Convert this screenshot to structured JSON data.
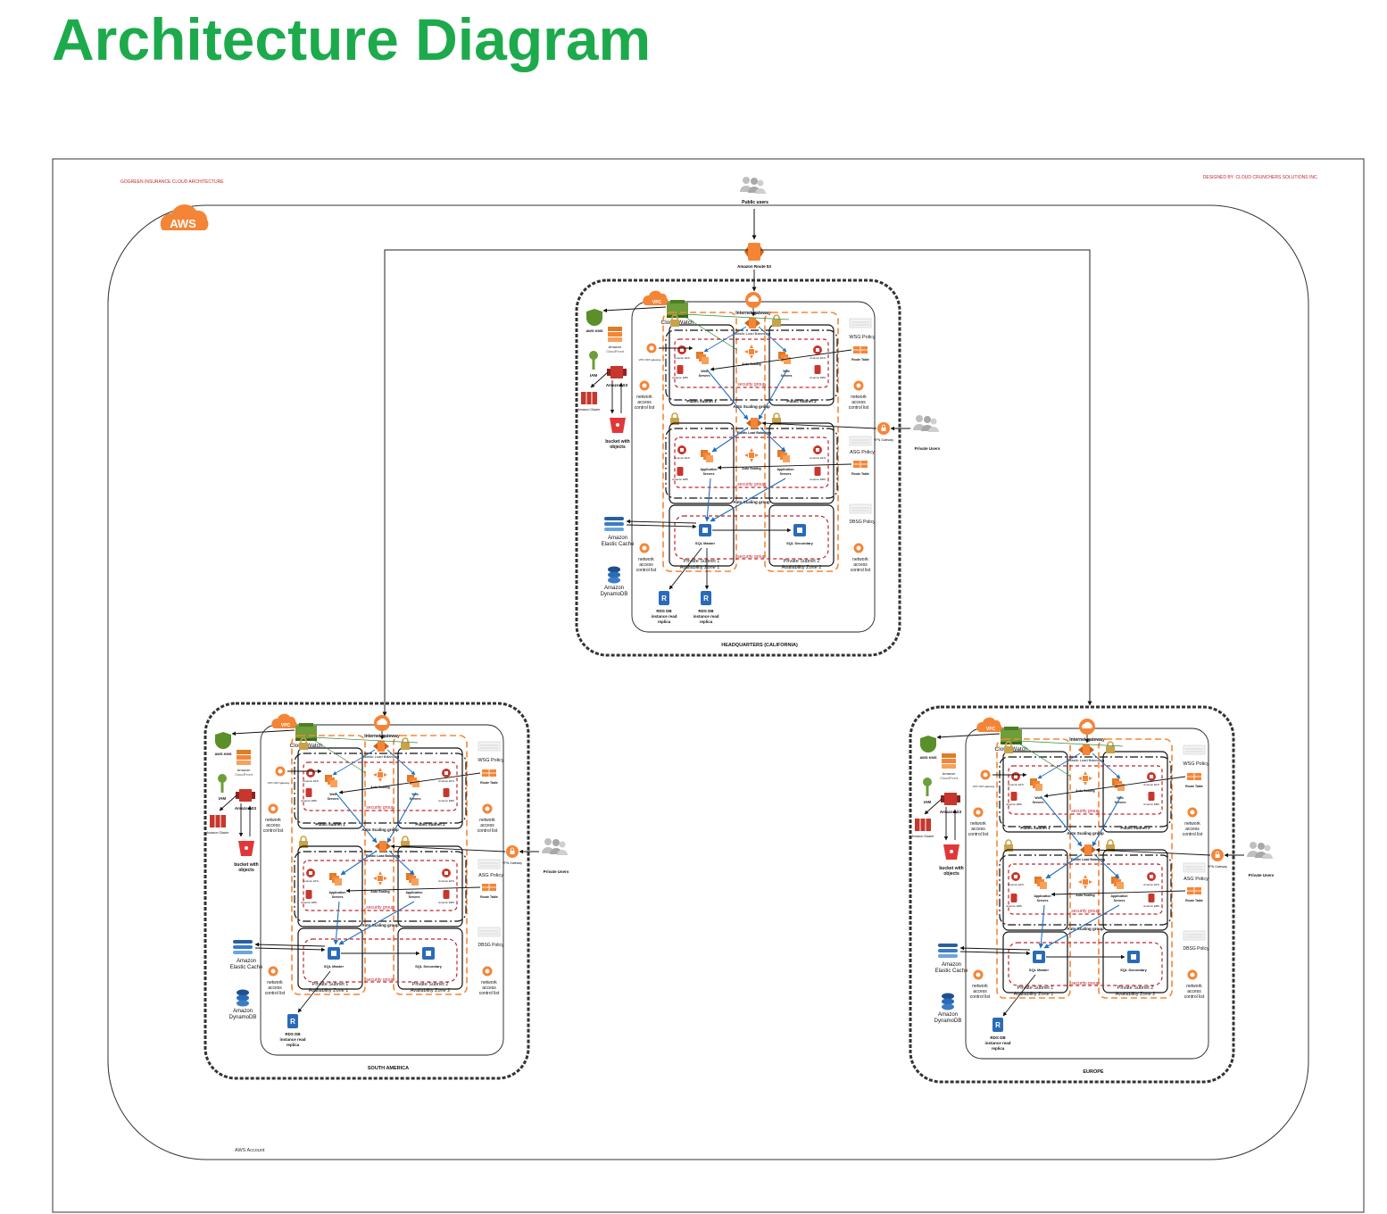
{
  "page": {
    "title": "Architecture Diagram",
    "title_color": "#1daa4c"
  },
  "header": {
    "left": "GOGREEN INSURANCE CLOUD ARCHITECTURE",
    "right": "DESIGNED BY: CLOUD CRUNCHERS SOLUTIONS INC.",
    "color": "#c0262d"
  },
  "aws": {
    "badge": "AWS",
    "account_label": "AWS Account",
    "badge_color": "#f58536"
  },
  "global": {
    "public_users": "Public users",
    "route53": "Amazon Route 53"
  },
  "colors": {
    "aws_orange": "#f58536",
    "aws_red": "#c7372d",
    "lock_gold": "#c9a24a",
    "security_group": "#c0262d",
    "blue_arrow": "#1f6fbf",
    "green": "#2e8b3a",
    "db_blue": "#2a6bb8"
  },
  "regions": {
    "hq": {
      "name": "HEADQUARTERS (CALIFORNIA)",
      "cloudwatch": "Cloud Watch",
      "internet_gateway": "Internet gateway",
      "elb": "Elastic Load Balancing",
      "kms": "AWS KMS",
      "cloudfront_1": "Amazon",
      "cloudfront_2": "CloudFront",
      "iam": "IAM",
      "s3": "Amazon S3",
      "glacier": "Amazon Glacier",
      "bucket_1": "bucket with",
      "bucket_2": "objects",
      "nat": "VPC NAT gateway",
      "efs": "Amazon EFS",
      "ebs": "Amazon EBS",
      "web_1": "Web",
      "web_2": "Servers",
      "app_1": "Application",
      "app_2": "Servers",
      "auto_scaling": "Auto Scaling",
      "security_group": "security group",
      "auto_scaling_group": "Auto Scaling group",
      "public_subnet_1": "Public subnet 1",
      "public_subnet_2": "Public subnet 2",
      "private_subnet_1": "Private Subnet 1",
      "private_subnet_2": "Private Subnet 2",
      "az1": "Availability Zone 1",
      "az2": "Availability Zone 2",
      "nacl_1": "network",
      "nacl_2": "access",
      "nacl_3": "control list",
      "wsg": "WSG Policy",
      "asg": "ASG Policy",
      "dbsg": "DBSG Policy",
      "route_table": "Route Table",
      "sql_master": "SQL Master",
      "sql_secondary": "SQL Secondary",
      "cache_1": "Amazon",
      "cache_2": "Elastic Cache",
      "dynamo_1": "Amazon",
      "dynamo_2": "DynamoDB",
      "rds_1": "RDS DB",
      "rds_2": "instance read",
      "rds_3": "replica",
      "vpn": "VPN Gateway",
      "private_users": "Private Users"
    },
    "sa": {
      "name": "SOUTH AMERICA",
      "cloudwatch": "Cloud Watch",
      "internet_gateway": "Internet gateway",
      "elb": "Elastic Load Balancing",
      "kms": "AWS KMS",
      "cloudfront_1": "Amazon",
      "cloudfront_2": "CloudFront",
      "iam": "IAM",
      "s3": "Amazon S3",
      "glacier": "Amazon Glacier",
      "bucket_1": "bucket with",
      "bucket_2": "objects",
      "nat": "VPC NAT gateway",
      "efs": "Amazon EFS",
      "ebs": "Amazon EBS",
      "web_1": "Web",
      "web_2": "Servers",
      "app_1": "Application",
      "app_2": "Servers",
      "auto_scaling": "Auto Scaling",
      "security_group": "security group",
      "auto_scaling_group": "Auto Scaling group",
      "public_subnet_1": "Public subnet 1",
      "public_subnet_2": "Public subnet 2",
      "private_subnet_1": "Private Subnet 1",
      "private_subnet_2": "Private Subnet 2",
      "az1": "Availability Zone 1",
      "az2": "Availability Zone 2",
      "nacl_1": "network",
      "nacl_2": "access",
      "nacl_3": "control list",
      "wsg": "WSG Policy",
      "asg": "ASG Policy",
      "dbsg": "DBSG Policy",
      "route_table": "Route Table",
      "sql_master": "SQL Master",
      "sql_secondary": "SQL Secondary",
      "cache_1": "Amazon",
      "cache_2": "Elastic Cache",
      "dynamo_1": "Amazon",
      "dynamo_2": "DynamoDB",
      "rds_1": "RDS DB",
      "rds_2": "instance read",
      "rds_3": "replica",
      "vpn": "VPN Gateway",
      "private_users": "Private Users"
    },
    "eu": {
      "name": "EUROPE",
      "cloudwatch": "Cloud Watch",
      "internet_gateway": "Internet gateway",
      "elb": "Elastic Load Balancing",
      "kms": "AWS KMS",
      "cloudfront_1": "Amazon",
      "cloudfront_2": "CloudFront",
      "iam": "IAM",
      "s3": "Amazon S3",
      "glacier": "Amazon Glacier",
      "bucket_1": "bucket with",
      "bucket_2": "objects",
      "nat": "VPC NAT gateway",
      "efs": "Amazon EFS",
      "ebs": "Amazon EBS",
      "web_1": "Web",
      "web_2": "Servers",
      "app_1": "Application",
      "app_2": "Servers",
      "auto_scaling": "Auto Scaling",
      "security_group": "security group",
      "auto_scaling_group": "Auto Scaling group",
      "public_subnet_1": "Public subnet 1",
      "public_subnet_2": "Public subnet 2",
      "private_subnet_1": "Private Subnet 1",
      "private_subnet_2": "Private Subnet 2",
      "az1": "Availability Zone 1",
      "az2": "Availability Zone 2",
      "nacl_1": "network",
      "nacl_2": "access",
      "nacl_3": "control list",
      "wsg": "WSG Policy",
      "asg": "ASG Policy",
      "dbsg": "DBSG Policy",
      "route_table": "Route Table",
      "sql_master": "SQL Master",
      "sql_secondary": "SQL Secondary",
      "cache_1": "Amazon",
      "cache_2": "Elastic Cache",
      "dynamo_1": "Amazon",
      "dynamo_2": "DynamoDB",
      "rds_1": "RDS DB",
      "rds_2": "instance read",
      "rds_3": "replica",
      "vpn": "VPN Gateway",
      "private_users": "Private Users"
    }
  }
}
